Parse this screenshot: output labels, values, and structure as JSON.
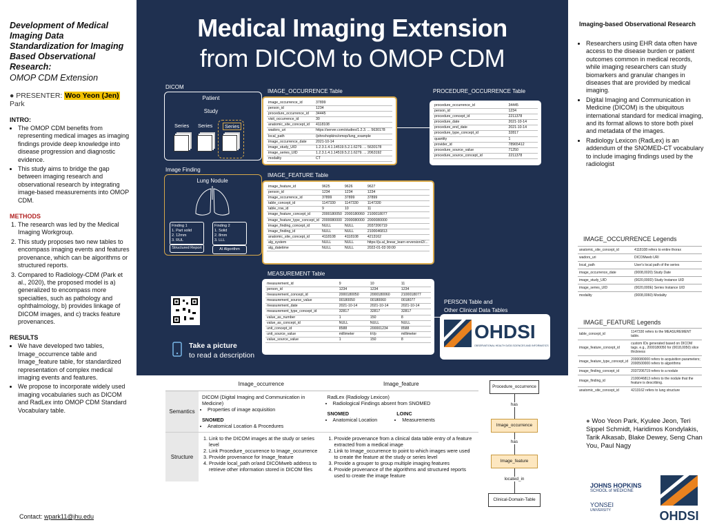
{
  "left": {
    "title": "Development of Medical Imaging Data Standardization for Imaging Based Observational Research:",
    "subtitle": "OMOP CDM Extension",
    "presenter_label": "PRESENTER:",
    "presenter_name": "Woo Yeon (Jen)",
    "presenter_surname": "Park",
    "intro_h": "INTRO:",
    "intro": [
      "The OMOP CDM benefits from representing medical images as imaging findings provide deep knowledge into disease progression and diagnostic evidence.",
      "This study aims to bridge the gap between imaging research and observational research by integrating image-based measurements into OMOP CDM."
    ],
    "methods_h": "METHODS",
    "methods": [
      "The research was led by the Medical Imaging Workgroup.",
      "This study proposes two new tables to encompass imaging events and features provenance, which can be algorithms or structured reports.",
      "Compared to Radiology-CDM (Park et al., 2020), the proposed model is a) generalized to encompass more specialties, such as pathology and ophthalmology, b) provides linkage of DICOM images, and c) tracks feature provenances."
    ],
    "results_h": "RESULTS",
    "results": [
      "We have developed two tables, Image_occurrence table and Image_feature table, for standardized representation of complex medical imaging events and features.",
      "We propose to incorporate widely used imaging vocabularies such as DICOM and RadLex into OMOP CDM Standard Vocabulary table."
    ],
    "contact_label": "Contact:",
    "contact_email": "wpark11@jhu.edu"
  },
  "center": {
    "title_l1": "Medical Imaging Extension",
    "title_l2": "from DICOM to OMOP CDM",
    "dicom": "DICOM",
    "patient": "Patient",
    "study": "Study",
    "series": "Series",
    "image_finding": "Image Finding",
    "lung_nodule": "Lung Nodule",
    "finding1": "Finding 1\n1. Part solid\n2. 12mm\n3. RUL",
    "finding2": "Finding 2\n1. Solid\n2. 8mm\n3. LLL",
    "structured_report": "Structured Report",
    "ai_algorithm": "AI Algorithm",
    "take_picture": "Take a picture",
    "read_desc": "to read a description",
    "person_table": "PERSON Table and",
    "other_tables": "Other Clinical Data Tables",
    "ohdsi": "OHDSI",
    "ohdsi_sub": "OBSERVATIONAL HEALTH DATA SCIENCES AND INFORMATICS",
    "image_occurrence_table": {
      "title": "IMAGE_OCCURRENCE Table",
      "rows": [
        [
          "image_occurrence_id",
          "37899"
        ],
        [
          "person_id",
          "1234"
        ],
        [
          "procedure_occurrence_id",
          "34445"
        ],
        [
          "visit_occurrence_id",
          "30"
        ],
        [
          "anatomic_site_concept_id",
          "4118108"
        ],
        [
          "wadors_uri",
          "https://server.com/studies/1.2.3. ... 5630178"
        ],
        [
          "local_path",
          "/johnshopkins/omop/lung_example"
        ],
        [
          "image_occurrence_date",
          "2021-10-14"
        ],
        [
          "image_study_UID",
          "1.2.3.1.4.1.14519.5.2.1.6279. ... 5630178"
        ],
        [
          "image_series_UID",
          "1.2.3.1.4.1.14519.5.2.1.6279. ... 2063192"
        ],
        [
          "modality",
          "CT"
        ]
      ]
    },
    "procedure_occurrence_table": {
      "title": "PROCEDURE_OCCURRENCE Table",
      "rows": [
        [
          "procedure_occurrence_id",
          "34445"
        ],
        [
          "person_id",
          "1234"
        ],
        [
          "procedure_concept_id",
          "2211378"
        ],
        [
          "procedure_date",
          "2021-10-14"
        ],
        [
          "procedure_end_date",
          "2021-10-14"
        ],
        [
          "procedure_type_concept_id",
          "32817"
        ],
        [
          "quantity",
          "1"
        ],
        [
          "provider_id",
          "78965412"
        ],
        [
          "procedure_source_value",
          "71250"
        ],
        [
          "procedure_source_concept_id",
          "2211378"
        ]
      ]
    },
    "image_feature_table": {
      "title": "IMAGE_FEATURE Table",
      "rows": [
        [
          "image_feature_id",
          "9625",
          "9626",
          "9627"
        ],
        [
          "person_id",
          "1234",
          "1234",
          "1234"
        ],
        [
          "image_occurrence_id",
          "37899",
          "37899",
          "37899"
        ],
        [
          "table_concept_id",
          "1147330",
          "1147330",
          "1147330"
        ],
        [
          "table_row_id",
          "9",
          "10",
          "11"
        ],
        [
          "image_feature_concept_id",
          "2000180050",
          "2000180060",
          "2100018077"
        ],
        [
          "image_feature_type_concept_id",
          "2000080000",
          "2000080000",
          "2000080000"
        ],
        [
          "image_finding_concept_id",
          "NULL",
          "NULL",
          "2037206719"
        ],
        [
          "image_finding_id",
          "NULL",
          "NULL",
          "2100046813"
        ],
        [
          "anatomic_site_concept_id",
          "4118108",
          "4118108",
          "4213162"
        ],
        [
          "alg_system",
          "NULL",
          "NULL",
          "https://ju.al_linear_learn erversion/2/..."
        ],
        [
          "alg_datetime",
          "NULL",
          "NULL",
          "2022-01-03 00:00"
        ]
      ]
    },
    "measurement_table": {
      "title": "MEASUREMENT Table",
      "rows": [
        [
          "measurement_id",
          "9",
          "10",
          "11"
        ],
        [
          "person_id",
          "1234",
          "1234",
          "1234"
        ],
        [
          "measurement_concept_id",
          "2000180050",
          "2000180060",
          "2100018077"
        ],
        [
          "measurement_source_value",
          "00180050",
          "00180060",
          "0018077"
        ],
        [
          "measurement_date",
          "2021-10-14",
          "2021-10-14",
          "2021-10-14"
        ],
        [
          "measurement_type_concept_id",
          "32817",
          "32817",
          "32817"
        ],
        [
          "value_as_number",
          "1",
          "150",
          "8"
        ],
        [
          "value_as_concept_id",
          "NULL",
          "NULL",
          "NULL"
        ],
        [
          "unit_concept_id",
          "8588",
          "200001234",
          "8588"
        ],
        [
          "unit_source_value",
          "millimeter",
          "kVp",
          "millimeter"
        ],
        [
          "value_source_value",
          "1",
          "150",
          "8"
        ]
      ]
    }
  },
  "right": {
    "heading": "Imaging-based Observational Research",
    "bullets": [
      "Researchers using EHR data often have access to the disease burden or patient outcomes common in medical records, while imaging researchers can study biomarkers and granular changes in diseases that are provided by medical imaging.",
      "Digital Imaging and Communication in Medicine (DICOM) is the ubiquitous international standard for medical imaging, and its format allows to store both pixel and metadata of the images.",
      "Radiology Lexicon (RadLex) is an addendum of the SNOMED-CT vocabulary to include imaging findings used by the radiologist"
    ],
    "leg1_title": "IMAGE_OCCURRENCE Legends",
    "leg1": [
      [
        "anatomic_site_concept_id",
        "4118108 refers to entire thorax"
      ],
      [
        "wadors_uri",
        "DICOMweb URI"
      ],
      [
        "local_path",
        "User's local path of the series"
      ],
      [
        "image_occurrence_date",
        "(0008,0020) Study Date"
      ],
      [
        "image_study_UID",
        "(0020,000D) Study Instance UID"
      ],
      [
        "image_series_UID",
        "(0020,000E) Series Instance UID"
      ],
      [
        "modality",
        "(0008,0060) Modality"
      ]
    ],
    "leg2_title": "IMAGE_FEATURE Legends",
    "leg2": [
      [
        "table_concept_id",
        "1147330 refers to the MEASUREMENT table."
      ],
      [
        "image_feature_concept_id",
        "custom IDs generated based on DICOM tags. e.g., 2000180050 for (0018,0050) slice thickness"
      ],
      [
        "image_feature_type_concept_id",
        "2000080000 refers to acquisition parameters; 2000500000 refers to algorithms"
      ],
      [
        "image_finding_concept_id",
        "2037206719 refers to a nodule"
      ],
      [
        "image_finding_id",
        "2100046813 refers to the nodule that the feature is describing."
      ],
      [
        "anatomic_site_concept_id",
        "4213162 refers to lung structure"
      ]
    ],
    "authors": "Woo Yeon Park, Kyulee Jeon, Teri Sippel Schmidt, Haridimos Kondylakis, Tarik Alkasab, Blake Dewey, Seng Chan You, Paul Nagy",
    "jhu": "JOHNS HOPKINS",
    "jhu_sub": "SCHOOL of MEDICINE",
    "yonsei": "YONSEI",
    "yonsei_sub": "UNIVERSITY",
    "ohdsi": "OHDSI"
  },
  "bottom": {
    "h1": "Image_occurrence",
    "h2": "Image_feature",
    "sem": "Semantics",
    "str": "Structure",
    "sem1_a": "DICOM (Digital Imaging and Communication in Medicine)",
    "sem1_b": "Properties of image acquisition",
    "sem1_c": "SNOMED",
    "sem1_d": "Anatomical Location & Procedures",
    "sem2_a": "RadLex (Radiology Lexicon)",
    "sem2_b": "Radiological Findings absent from SNOMED",
    "sem2_c": "SNOMED",
    "sem2_d": "Anatomical Location",
    "sem2_e": "LOINC",
    "sem2_f": "Measurements",
    "str1": [
      "Link to the DICOM images at the study or series level",
      "Link Procedure_occurrence to Image_occurrence",
      "Provide provenance for Image_feature",
      "Provide local_path or/and DICOMweb address to retrieve other information stored in DICOM files"
    ],
    "str2": [
      "Provide provenance from a clinical data table entry of a feature extracted from a medical image",
      "Link to Image_occurrence to point to which images were used to create the feature at the study or series level",
      "Provide a grouper to group multiple imaging features",
      "Provide provenance of the algorithms and structured reports used to create the image feature"
    ]
  },
  "flow": {
    "b1": "Procedure_occurrence",
    "l1": "has",
    "b2": "Image_occurrence",
    "l2": "has",
    "b3": "Image_feature",
    "l3": "located_in",
    "b4": "Clinical-Domain-Table"
  }
}
